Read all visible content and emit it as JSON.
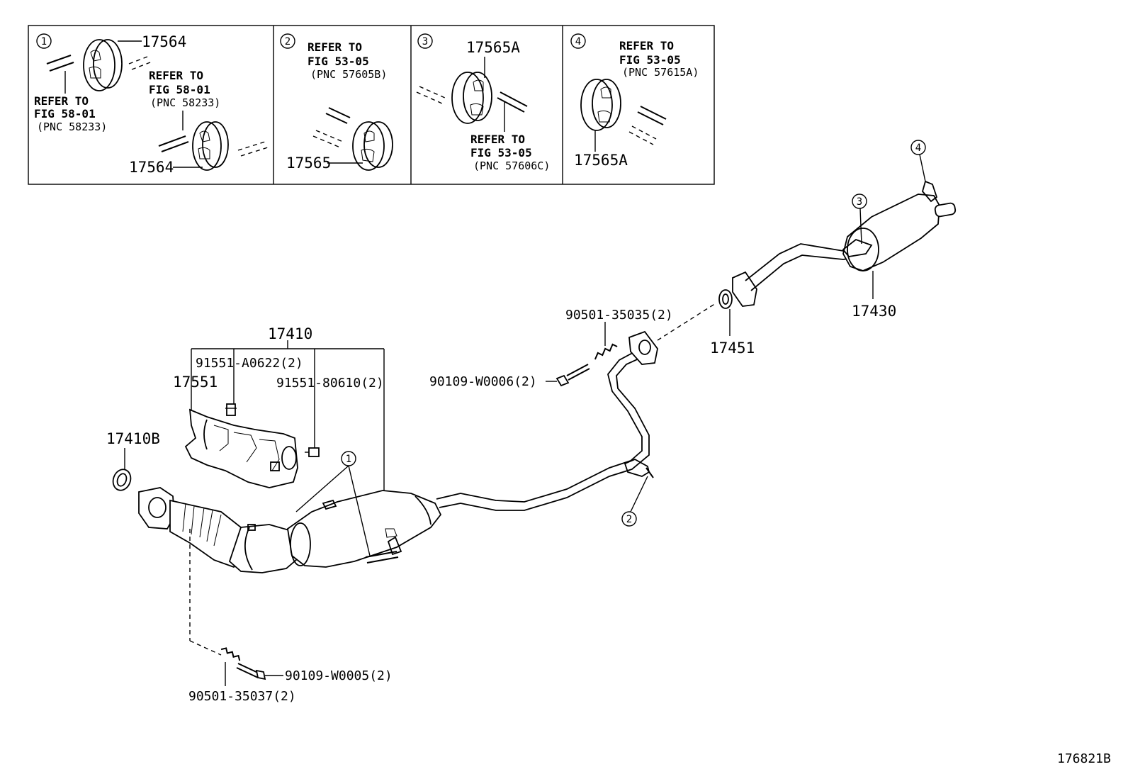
{
  "inset_panels": [
    {
      "index": "1",
      "parts": [
        "17564",
        "17564"
      ],
      "refs": [
        {
          "line1": "REFER TO",
          "line2": "FIG 58-01",
          "pnc": "(PNC 58233)"
        },
        {
          "line1": "REFER TO",
          "line2": "FIG 58-01",
          "pnc": "(PNC 58233)"
        }
      ]
    },
    {
      "index": "2",
      "parts": [
        "17565"
      ],
      "refs": [
        {
          "line1": "REFER TO",
          "line2": "FIG 53-05",
          "pnc": "(PNC 57605B)"
        }
      ]
    },
    {
      "index": "3",
      "parts": [
        "17565A"
      ],
      "refs": [
        {
          "line1": "REFER TO",
          "line2": "FIG 53-05",
          "pnc": "(PNC 57606C)"
        }
      ]
    },
    {
      "index": "4",
      "parts": [
        "17565A"
      ],
      "refs": [
        {
          "line1": "REFER TO",
          "line2": "FIG 53-05",
          "pnc": "(PNC 57615A)"
        }
      ]
    }
  ],
  "main_labels": {
    "p17410": "17410",
    "p91551a": "91551-A0622(2)",
    "p17551": "17551",
    "p91551b": "91551-80610(2)",
    "p17410b": "17410B",
    "p90501a": "90501-35035(2)",
    "p90109a": "90109-W0006(2)",
    "p17451": "17451",
    "p17430": "17430",
    "p90109b": "90109-W0005(2)",
    "p90501b": "90501-35037(2)"
  },
  "callouts": {
    "c1": "1",
    "c2": "2",
    "c3": "3",
    "c4": "4"
  },
  "figure_code": "176821B"
}
